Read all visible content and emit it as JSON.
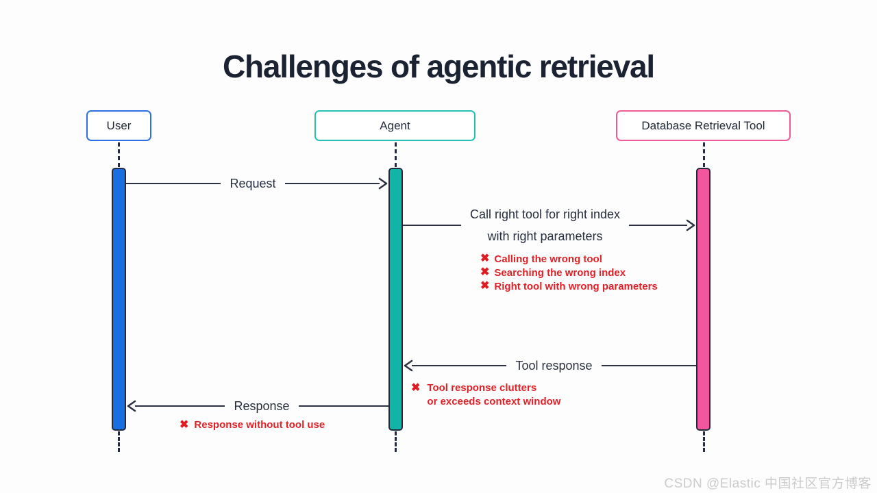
{
  "title": "Challenges of agentic retrieval",
  "actors": [
    {
      "id": "user",
      "label": "User"
    },
    {
      "id": "agent",
      "label": "Agent"
    },
    {
      "id": "db",
      "label": "Database Retrieval Tool"
    }
  ],
  "messages": {
    "request": {
      "label": "Request",
      "from": "User",
      "to": "Agent"
    },
    "call_tool": {
      "label_line1": "Call right tool for right index",
      "label_line2": "with right parameters",
      "from": "Agent",
      "to": "Database Retrieval Tool"
    },
    "tool_response": {
      "label": "Tool response",
      "from": "Database Retrieval Tool",
      "to": "Agent"
    },
    "response": {
      "label": "Response",
      "from": "Agent",
      "to": "User"
    }
  },
  "x_icon": "✖",
  "issues": {
    "call_tool": [
      {
        "text": "Calling the wrong tool"
      },
      {
        "text": "Searching the wrong index"
      },
      {
        "text": "Right tool with wrong parameters"
      }
    ],
    "tool_response": {
      "line1": "Tool response clutters",
      "line2": "or exceeds context window"
    },
    "response": {
      "text": "Response without tool use"
    }
  },
  "watermark": "CSDN @Elastic 中国社区官方博客",
  "colors": {
    "background": "#fdfdfd",
    "title_text": "#1b2232",
    "user_bar": "#1a6fe0",
    "agent_bar": "#10b5a8",
    "db_bar": "#f2579e",
    "user_box_border": "#2e6fe3",
    "agent_box_border": "#25c2b4",
    "db_box_border": "#ef5b98",
    "bar_border": "#232a3b",
    "arrow_line": "#2b3142",
    "error_red": "#e02227",
    "watermark_gray": "#cbcbcb"
  }
}
